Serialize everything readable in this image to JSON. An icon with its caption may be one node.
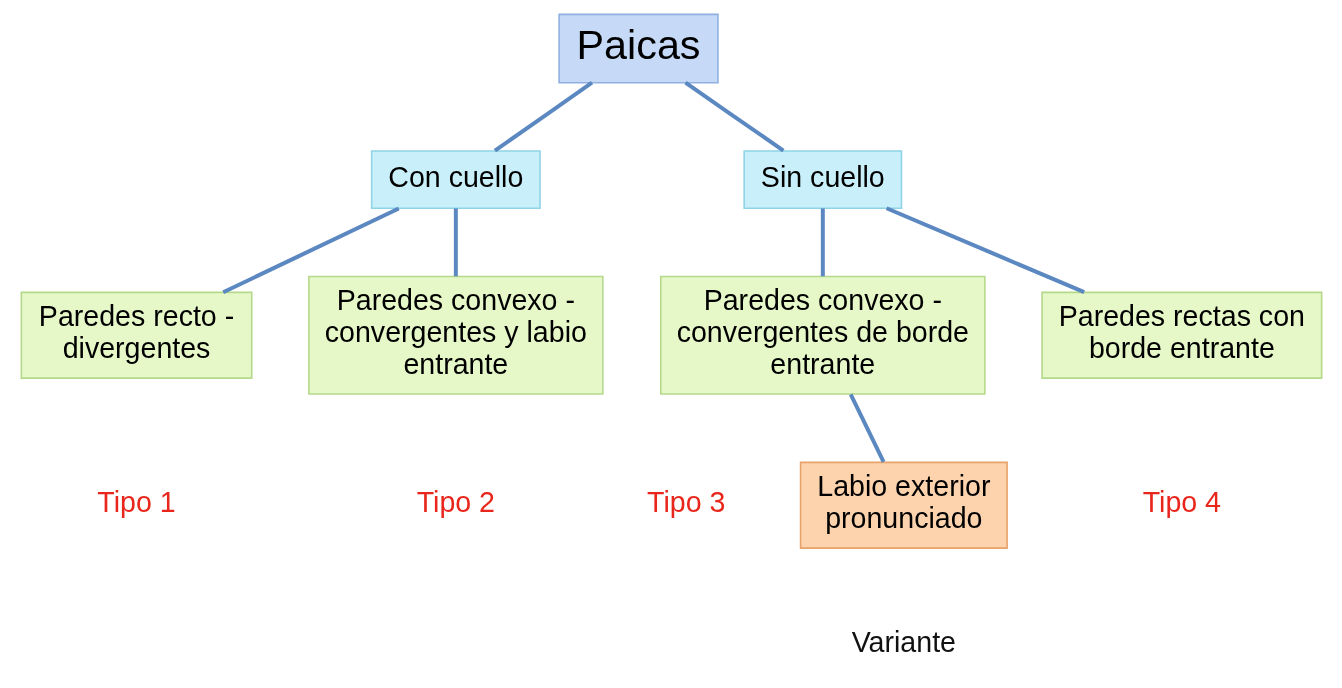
{
  "diagram": {
    "nodes": [
      {
        "text": [
          "Paicas"
        ]
      },
      {
        "text": [
          "Con cuello"
        ]
      },
      {
        "text": [
          "Sin cuello"
        ]
      },
      {
        "text": [
          "Paredes recto - divergentes"
        ],
        "beside": [
          "Tipo 1"
        ]
      },
      {
        "text": [
          "Paredes convexo - convergentes y labio entrante"
        ],
        "beside": [
          "Tipo 2"
        ]
      },
      {
        "text": [
          "Paredes convexo - convergentes de borde entrante"
        ],
        "beside": [
          "Tipo 3"
        ]
      },
      {
        "text": [
          "Paredes rectas con borde entrante"
        ],
        "beside": [
          "Tipo 4"
        ]
      },
      {
        "text": [
          "Labio exterior pronunciado"
        ],
        "beside": [
          "Variante"
        ]
      }
    ],
    "edges": [
      {
        "from": 0,
        "to": 1,
        "arrow": "none"
      },
      {
        "from": 0,
        "to": 2,
        "arrow": "none"
      },
      {
        "from": 1,
        "to": 3,
        "arrow": "none"
      },
      {
        "from": 1,
        "to": 4,
        "arrow": "none"
      },
      {
        "from": 2,
        "to": 5,
        "arrow": "none"
      },
      {
        "from": 2,
        "to": 6,
        "arrow": "none"
      },
      {
        "from": 5,
        "to": 7,
        "arrow": "none"
      }
    ]
  }
}
